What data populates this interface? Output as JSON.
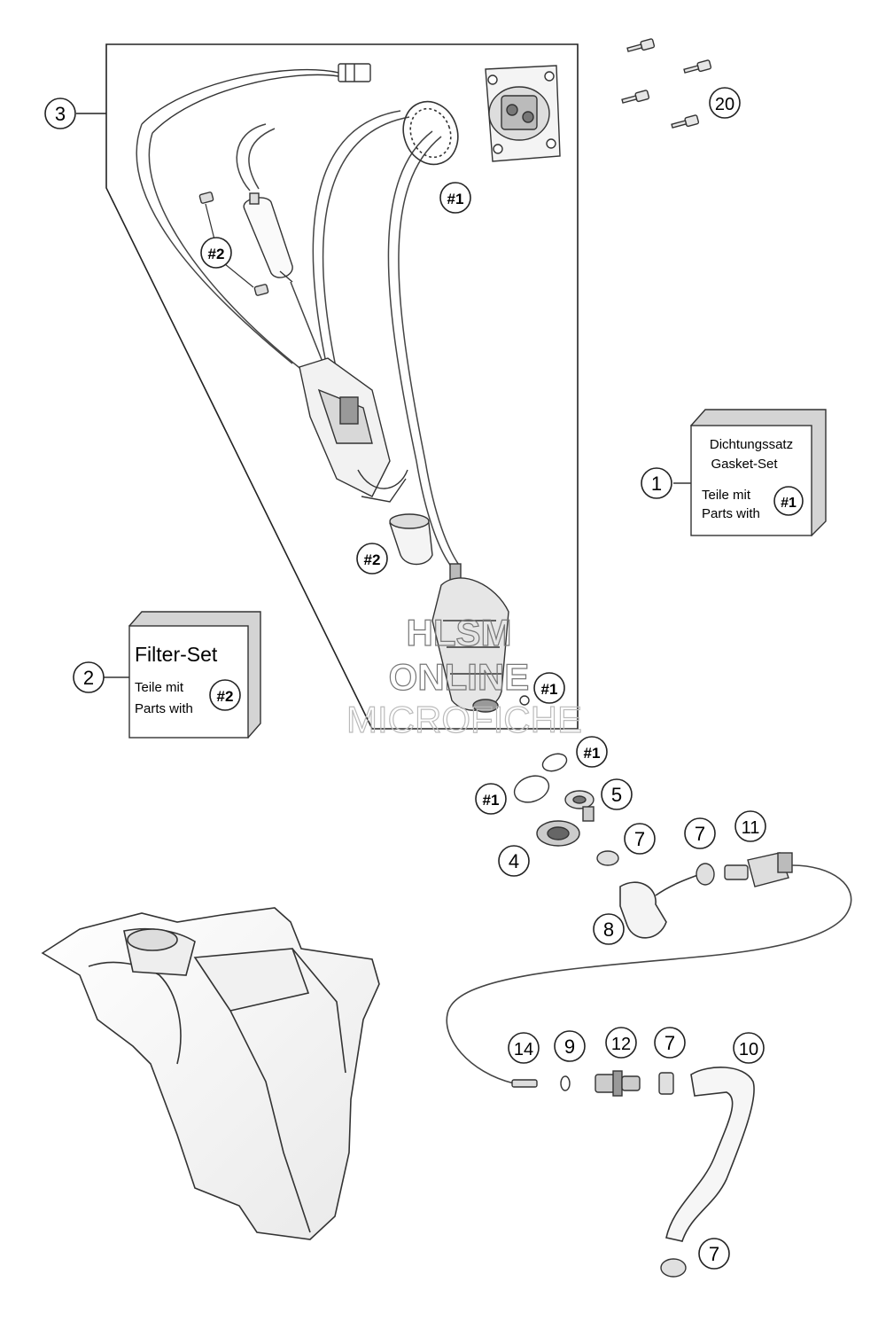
{
  "callouts": {
    "c1": "1",
    "c2": "2",
    "c3": "3",
    "c4": "4",
    "c5": "5",
    "c7a": "7",
    "c7b": "7",
    "c7c": "7",
    "c7d": "7",
    "c8": "8",
    "c9": "9",
    "c10": "10",
    "c11": "11",
    "c12": "12",
    "c14": "14",
    "c20": "20"
  },
  "refs": {
    "r1_ring": "#1",
    "r2_filter": "#2",
    "r2_sleeve": "#2",
    "r1_pump": "#1",
    "r1_oring_upper": "#1",
    "r1_oring_lower": "#1"
  },
  "kits": {
    "gasket": {
      "title_de": "Dichtungssatz",
      "title_en": "Gasket-Set",
      "parts_de": "Teile mit",
      "parts_en": "Parts with",
      "ref": "#1"
    },
    "filter": {
      "title": "Filter-Set",
      "parts_de": "Teile mit",
      "parts_en": "Parts with",
      "ref": "#2"
    }
  },
  "watermark": {
    "line1": "HLSM",
    "line2": "ONLINE",
    "line3": "MICROFICHE"
  }
}
